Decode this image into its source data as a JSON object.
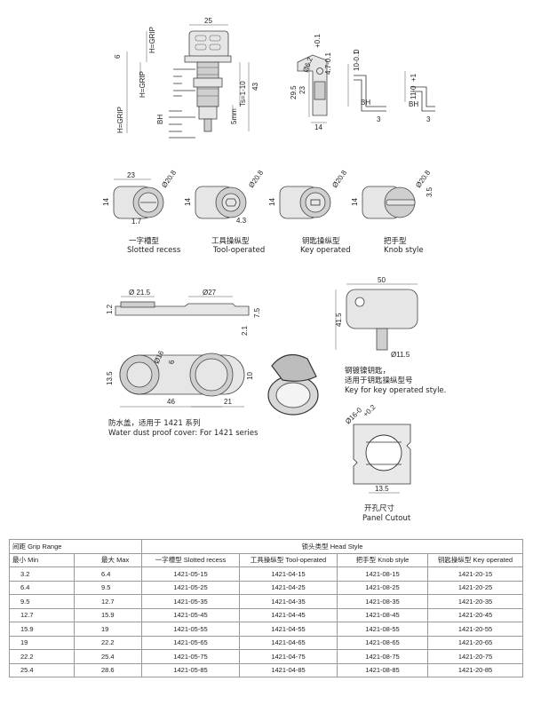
{
  "dims": {
    "d25": "25",
    "hgrip_top": "H=GRIP",
    "d6": "6",
    "hgrip_mid": "H=GRIP",
    "hgrip_side": "H=GRIP",
    "ts": "Ts=1-10",
    "d43": "43",
    "d5mm": "5mm",
    "bh": "BH",
    "d6_2": "Ø6.2",
    "d4": "4.7-0.1",
    "tol1": "+0.1",
    "d29": "29.5",
    "d23": "23",
    "d14": "14",
    "d10": "10-0.1",
    "zero": "0",
    "bh2": "BH",
    "d3": "3",
    "d11": "11-0",
    "tol_plus1": "+1",
    "bh3": "BH",
    "d3b": "3",
    "r23": "23",
    "r14": "14",
    "r1_7": "1.7",
    "r20_8a": "Ø20.8",
    "r14b": "14",
    "r4_3": "4.3",
    "r20_8b": "Ø20.8",
    "r14c": "14",
    "r20_8c": "Ø20.8",
    "r14d": "14",
    "r3_5": "3.5",
    "r20_8d": "Ø20.8",
    "c21_5": "Ø 21.5",
    "c27": "Ø27",
    "c1_2": "1.2",
    "c7_5": "7.5",
    "c2_1": "2.1",
    "c16": "Ø16",
    "c6": "6",
    "c13_5": "13.5",
    "c46": "46",
    "c21": "21",
    "c10": "10",
    "k50": "50",
    "k41_5": "41.5",
    "k11_5": "Ø11.5",
    "p16": "Ø16-0",
    "ptol": "+0.2",
    "p13_5": "13.5"
  },
  "captions": {
    "slotted_cn": "一字槽型",
    "slotted_en": "Slotted recess",
    "tool_cn": "工具操纵型",
    "tool_en": "Tool-operated",
    "key_cn": "钥匙操纵型",
    "key_en": "Key operated",
    "knob_cn": "把手型",
    "knob_en": "Knob style",
    "key_note_cn1": "钢镀镍钥匙，",
    "key_note_cn2": "适用于钥匙操纵型号",
    "key_note_en": "Key for key operated style.",
    "cover_cn": "防水盖，适用于 1421 系列",
    "cover_en": "Water dust proof cover: For 1421 series",
    "cutout_cn": "开孔尺寸",
    "cutout_en": "Panel Cutout"
  },
  "table": {
    "grip_range": "间距 Grip Range",
    "head_style": "锁头类型 Head Style",
    "min": "最小 Min",
    "max": "最大 Max",
    "col_slotted": "一字槽型 Slotted recess",
    "col_tool": "工具操纵型 Tool-operated",
    "col_knob": "把手型 Knob style",
    "col_key": "钥匙操纵型 Key operated",
    "rows": [
      {
        "min": "3.2",
        "max": "6.4",
        "slotted": "1421-05-15",
        "tool": "1421-04-15",
        "knob": "1421-08-15",
        "key": "1421-20-15"
      },
      {
        "min": "6.4",
        "max": "9.5",
        "slotted": "1421-05-25",
        "tool": "1421-04-25",
        "knob": "1421-08-25",
        "key": "1421-20-25"
      },
      {
        "min": "9.5",
        "max": "12.7",
        "slotted": "1421-05-35",
        "tool": "1421-04-35",
        "knob": "1421-08-35",
        "key": "1421-20-35"
      },
      {
        "min": "12.7",
        "max": "15.9",
        "slotted": "1421-05-45",
        "tool": "1421-04-45",
        "knob": "1421-08-45",
        "key": "1421-20-45"
      },
      {
        "min": "15.9",
        "max": "19",
        "slotted": "1421-05-55",
        "tool": "1421-04-55",
        "knob": "1421-08-55",
        "key": "1421-20-55"
      },
      {
        "min": "19",
        "max": "22.2",
        "slotted": "1421-05-65",
        "tool": "1421-04-65",
        "knob": "1421-08-65",
        "key": "1421-20-65"
      },
      {
        "min": "22.2",
        "max": "25.4",
        "slotted": "1421-05-75",
        "tool": "1421-04-75",
        "knob": "1421-08-75",
        "key": "1421-20-75"
      },
      {
        "min": "25.4",
        "max": "28.6",
        "slotted": "1421-05-85",
        "tool": "1421-04-85",
        "knob": "1421-08-85",
        "key": "1421-20-85"
      }
    ]
  }
}
